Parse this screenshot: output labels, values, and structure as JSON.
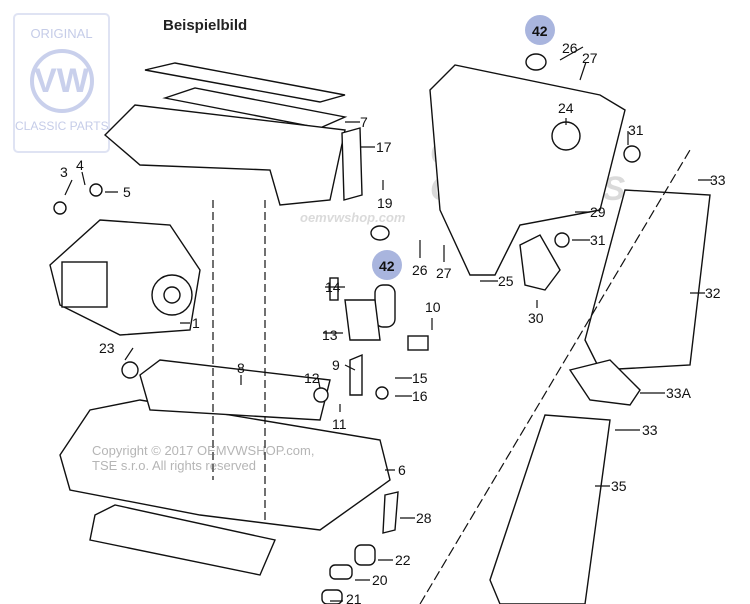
{
  "title": "Beispielbild",
  "logo": {
    "line1": "ORIGINAL",
    "mark": "VW",
    "line2": "CLASSIC PARTS"
  },
  "watermark": {
    "main": "GENUINE CAR PARTS",
    "url": "oemvwshop.com"
  },
  "copyright": {
    "line1": "Copyright © 2017 OEMVWSHOP.com,",
    "line2": "TSE s.r.o. All rights reserved"
  },
  "highlight_color": "#a9b5de",
  "callouts": [
    {
      "id": "42",
      "highlighted": true
    },
    {
      "id": "26"
    },
    {
      "id": "27"
    },
    {
      "id": "24"
    },
    {
      "id": "31"
    },
    {
      "id": "7"
    },
    {
      "id": "17"
    },
    {
      "id": "19"
    },
    {
      "id": "3"
    },
    {
      "id": "4"
    },
    {
      "id": "5"
    },
    {
      "id": "33"
    },
    {
      "id": "29"
    },
    {
      "id": "31"
    },
    {
      "id": "42",
      "highlighted": true
    },
    {
      "id": "26"
    },
    {
      "id": "27"
    },
    {
      "id": "25"
    },
    {
      "id": "30"
    },
    {
      "id": "32"
    },
    {
      "id": "14"
    },
    {
      "id": "10"
    },
    {
      "id": "13"
    },
    {
      "id": "1"
    },
    {
      "id": "23"
    },
    {
      "id": "9"
    },
    {
      "id": "8"
    },
    {
      "id": "12"
    },
    {
      "id": "15"
    },
    {
      "id": "16"
    },
    {
      "id": "11"
    },
    {
      "id": "33A"
    },
    {
      "id": "33"
    },
    {
      "id": "6"
    },
    {
      "id": "35"
    },
    {
      "id": "28"
    },
    {
      "id": "22"
    },
    {
      "id": "20"
    },
    {
      "id": "21"
    }
  ]
}
